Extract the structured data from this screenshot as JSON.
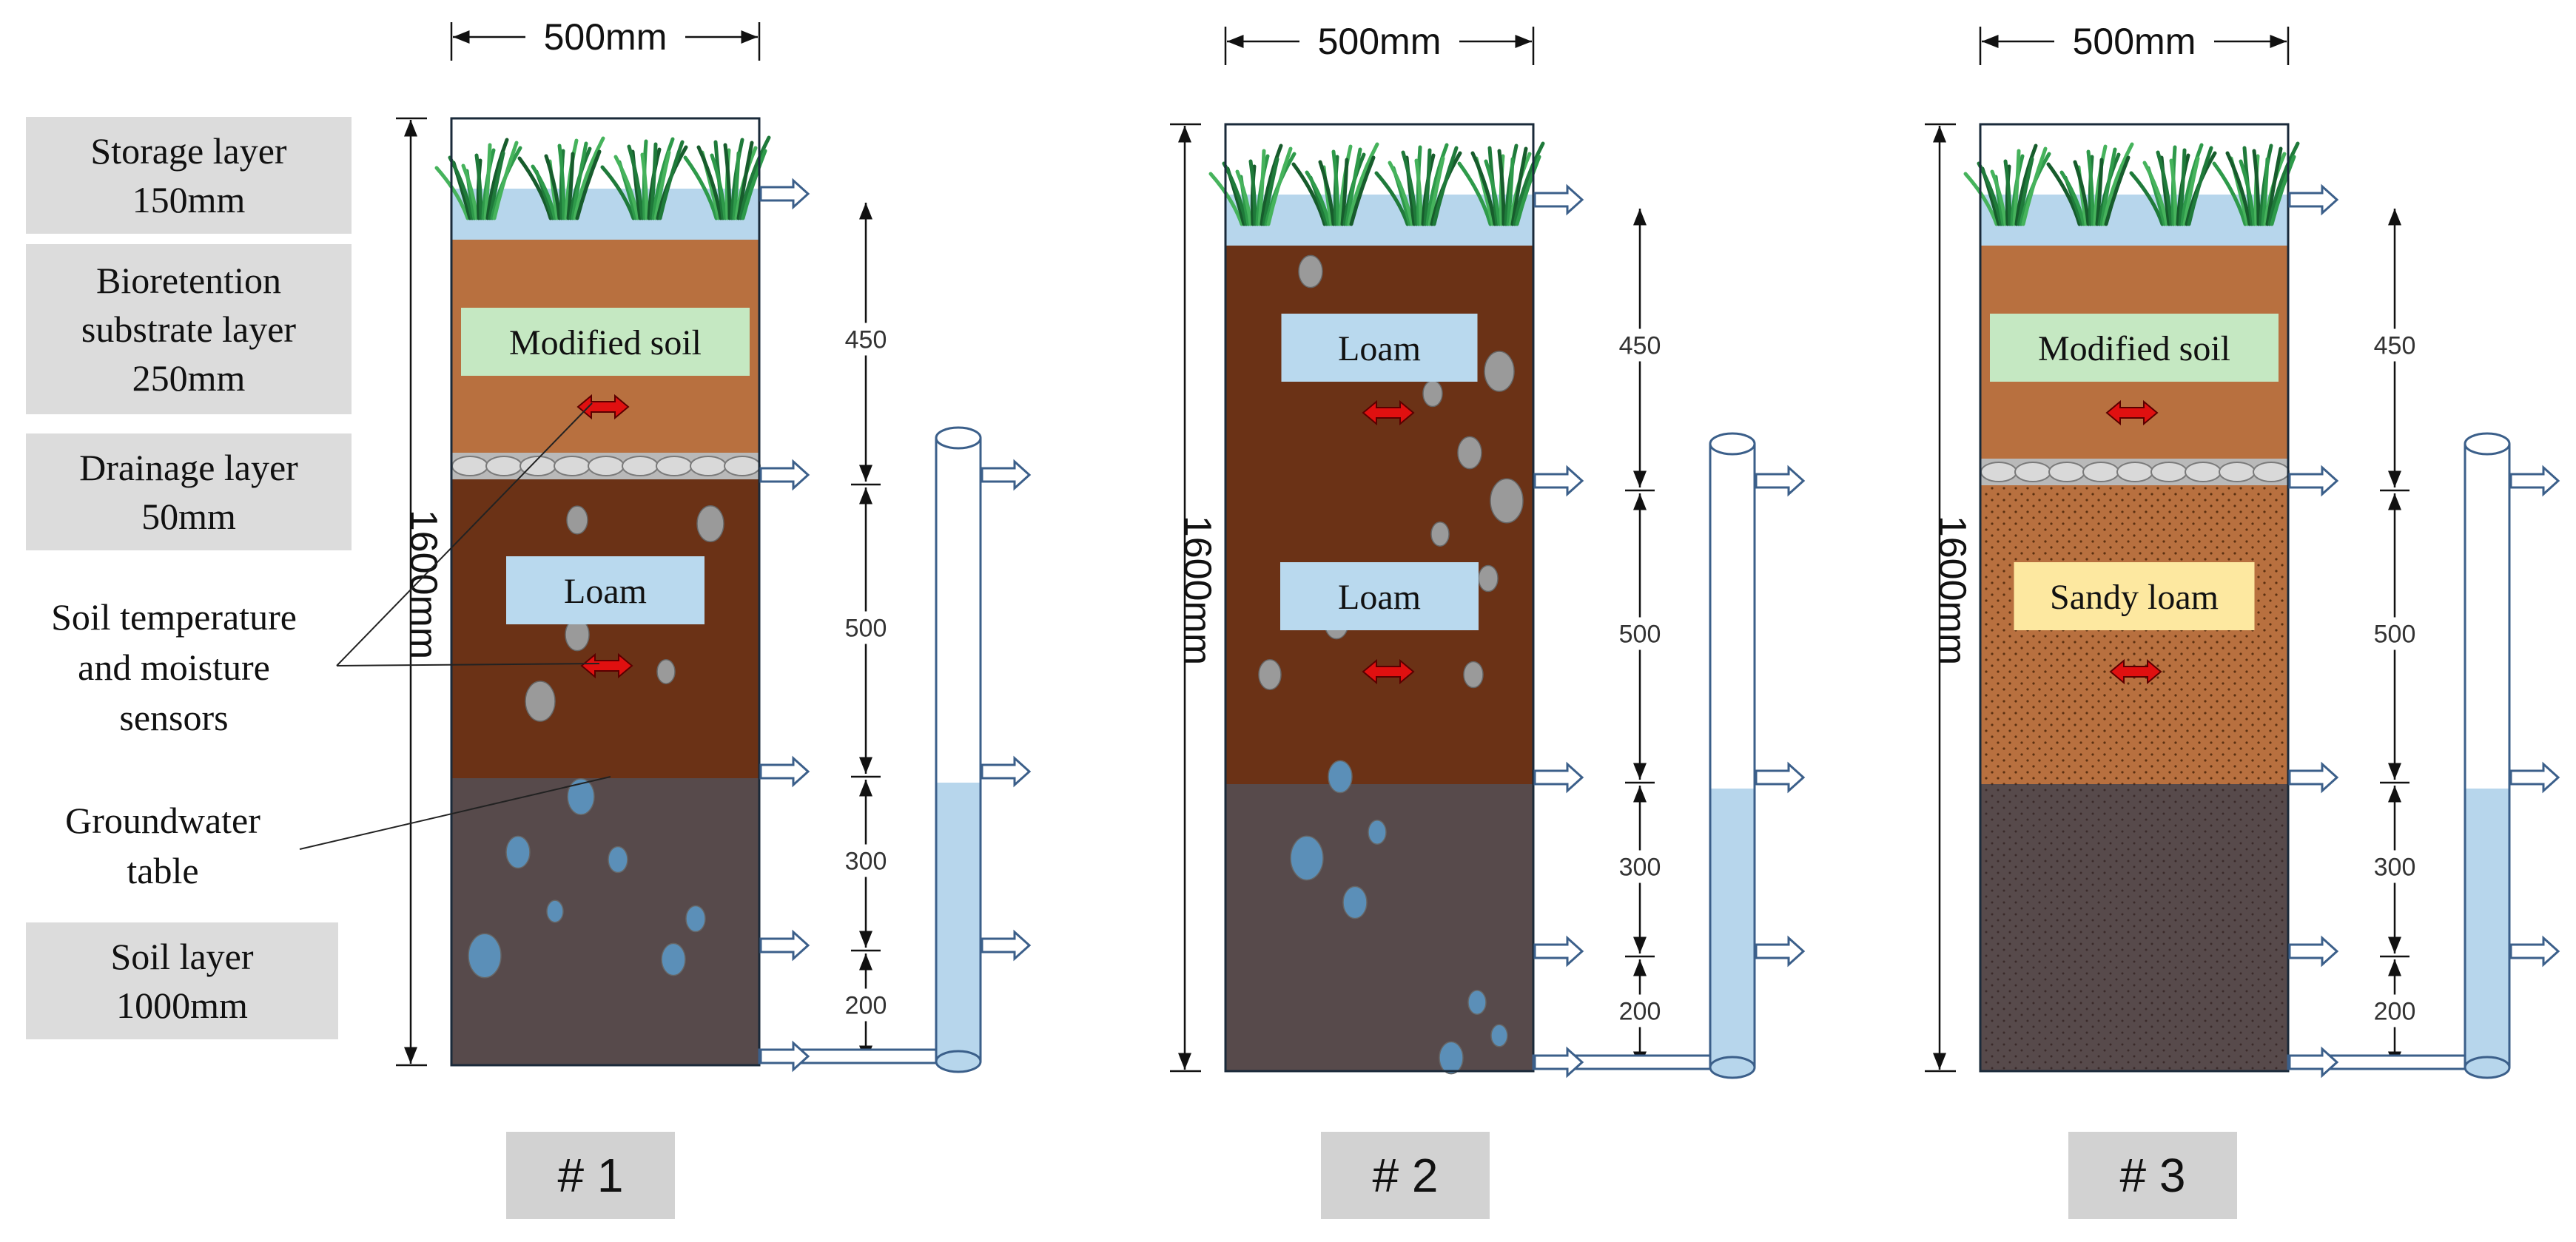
{
  "column_width_label": "500mm",
  "total_height_label": "1600mm",
  "layer_labels": {
    "storage": [
      "Storage layer",
      "150mm"
    ],
    "bioretention": [
      "Bioretention",
      "substrate layer",
      "250mm"
    ],
    "drainage": [
      "Drainage layer",
      "50mm"
    ],
    "soil": [
      "Soil layer",
      "1000mm"
    ]
  },
  "sensor_label": [
    "Soil temperature",
    "and moisture",
    "sensors"
  ],
  "groundwater_label": [
    "Groundwater",
    "table"
  ],
  "depth_intervals": [
    "450",
    "500",
    "300",
    "200"
  ],
  "columns": [
    {
      "id": "# 1",
      "upper": "Modified soil",
      "lower": "Loam"
    },
    {
      "id": "# 2",
      "upper": "Loam",
      "lower": "Loam"
    },
    {
      "id": "# 3",
      "upper": "Modified soil",
      "lower": "Sandy loam"
    }
  ],
  "colors": {
    "modified_soil": "#b8703f",
    "loam": "#6b3216",
    "sandy_loam": "#b8703f",
    "saturated": "#574a4b",
    "water": "#b7d6ec",
    "label_green": "#c5e8c2",
    "label_blue": "#b9d9ee",
    "label_yellow": "#fde8a0",
    "sensor_red": "#e01010"
  }
}
